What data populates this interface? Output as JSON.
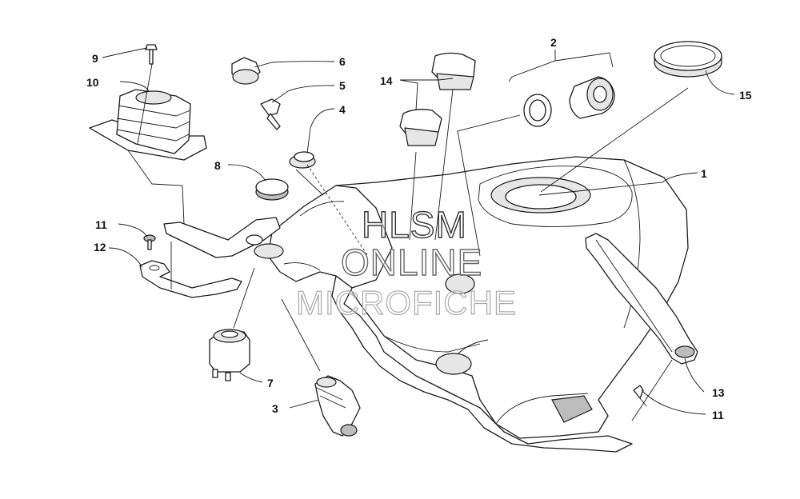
{
  "callouts": {
    "c1": "1",
    "c2": "2",
    "c3": "3",
    "c4": "4",
    "c5": "5",
    "c6": "6",
    "c7": "7",
    "c8": "8",
    "c9": "9",
    "c10": "10",
    "c11a": "11",
    "c11b": "11",
    "c12": "12",
    "c13": "13",
    "c14": "14",
    "c15": "15"
  },
  "watermark": {
    "line1": "HLSM",
    "line2": "ONLINE",
    "line3": "MICROFICHE"
  }
}
